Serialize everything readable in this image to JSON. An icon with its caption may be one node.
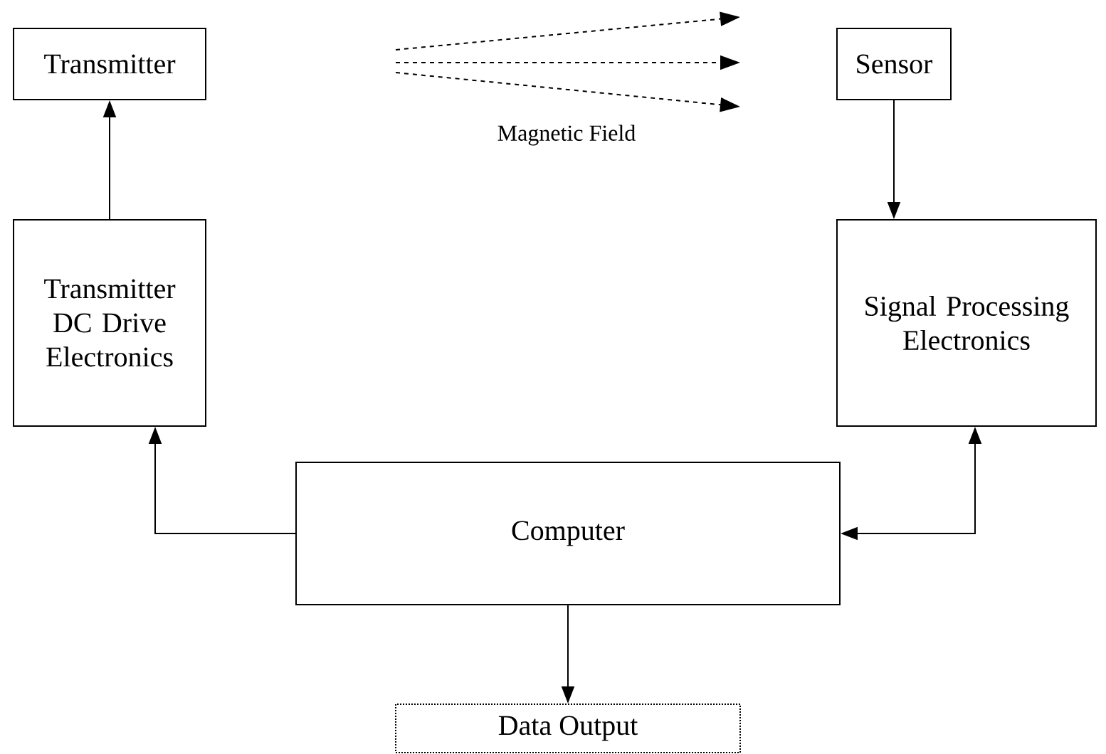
{
  "diagram": {
    "nodes": [
      {
        "text": [
          "Transmitter"
        ]
      },
      {
        "text": [
          "Sensor"
        ]
      },
      {
        "text": [
          "Transmitter DC Drive Electronics"
        ]
      },
      {
        "text": [
          "Signal Processing Electronics"
        ]
      },
      {
        "text": [
          "Computer"
        ]
      },
      {
        "text": [
          "Data Output"
        ]
      }
    ],
    "edges": [
      {
        "from": 2,
        "to": 0,
        "arrow": "to"
      },
      {
        "from": 1,
        "to": 3,
        "arrow": "to"
      },
      {
        "from": 4,
        "to": 2,
        "arrow": "to"
      },
      {
        "from": 4,
        "to": 3,
        "arrow": "both"
      },
      {
        "from": 4,
        "to": 5,
        "arrow": "to"
      }
    ],
    "labels": [
      "Magnetic Field"
    ]
  }
}
